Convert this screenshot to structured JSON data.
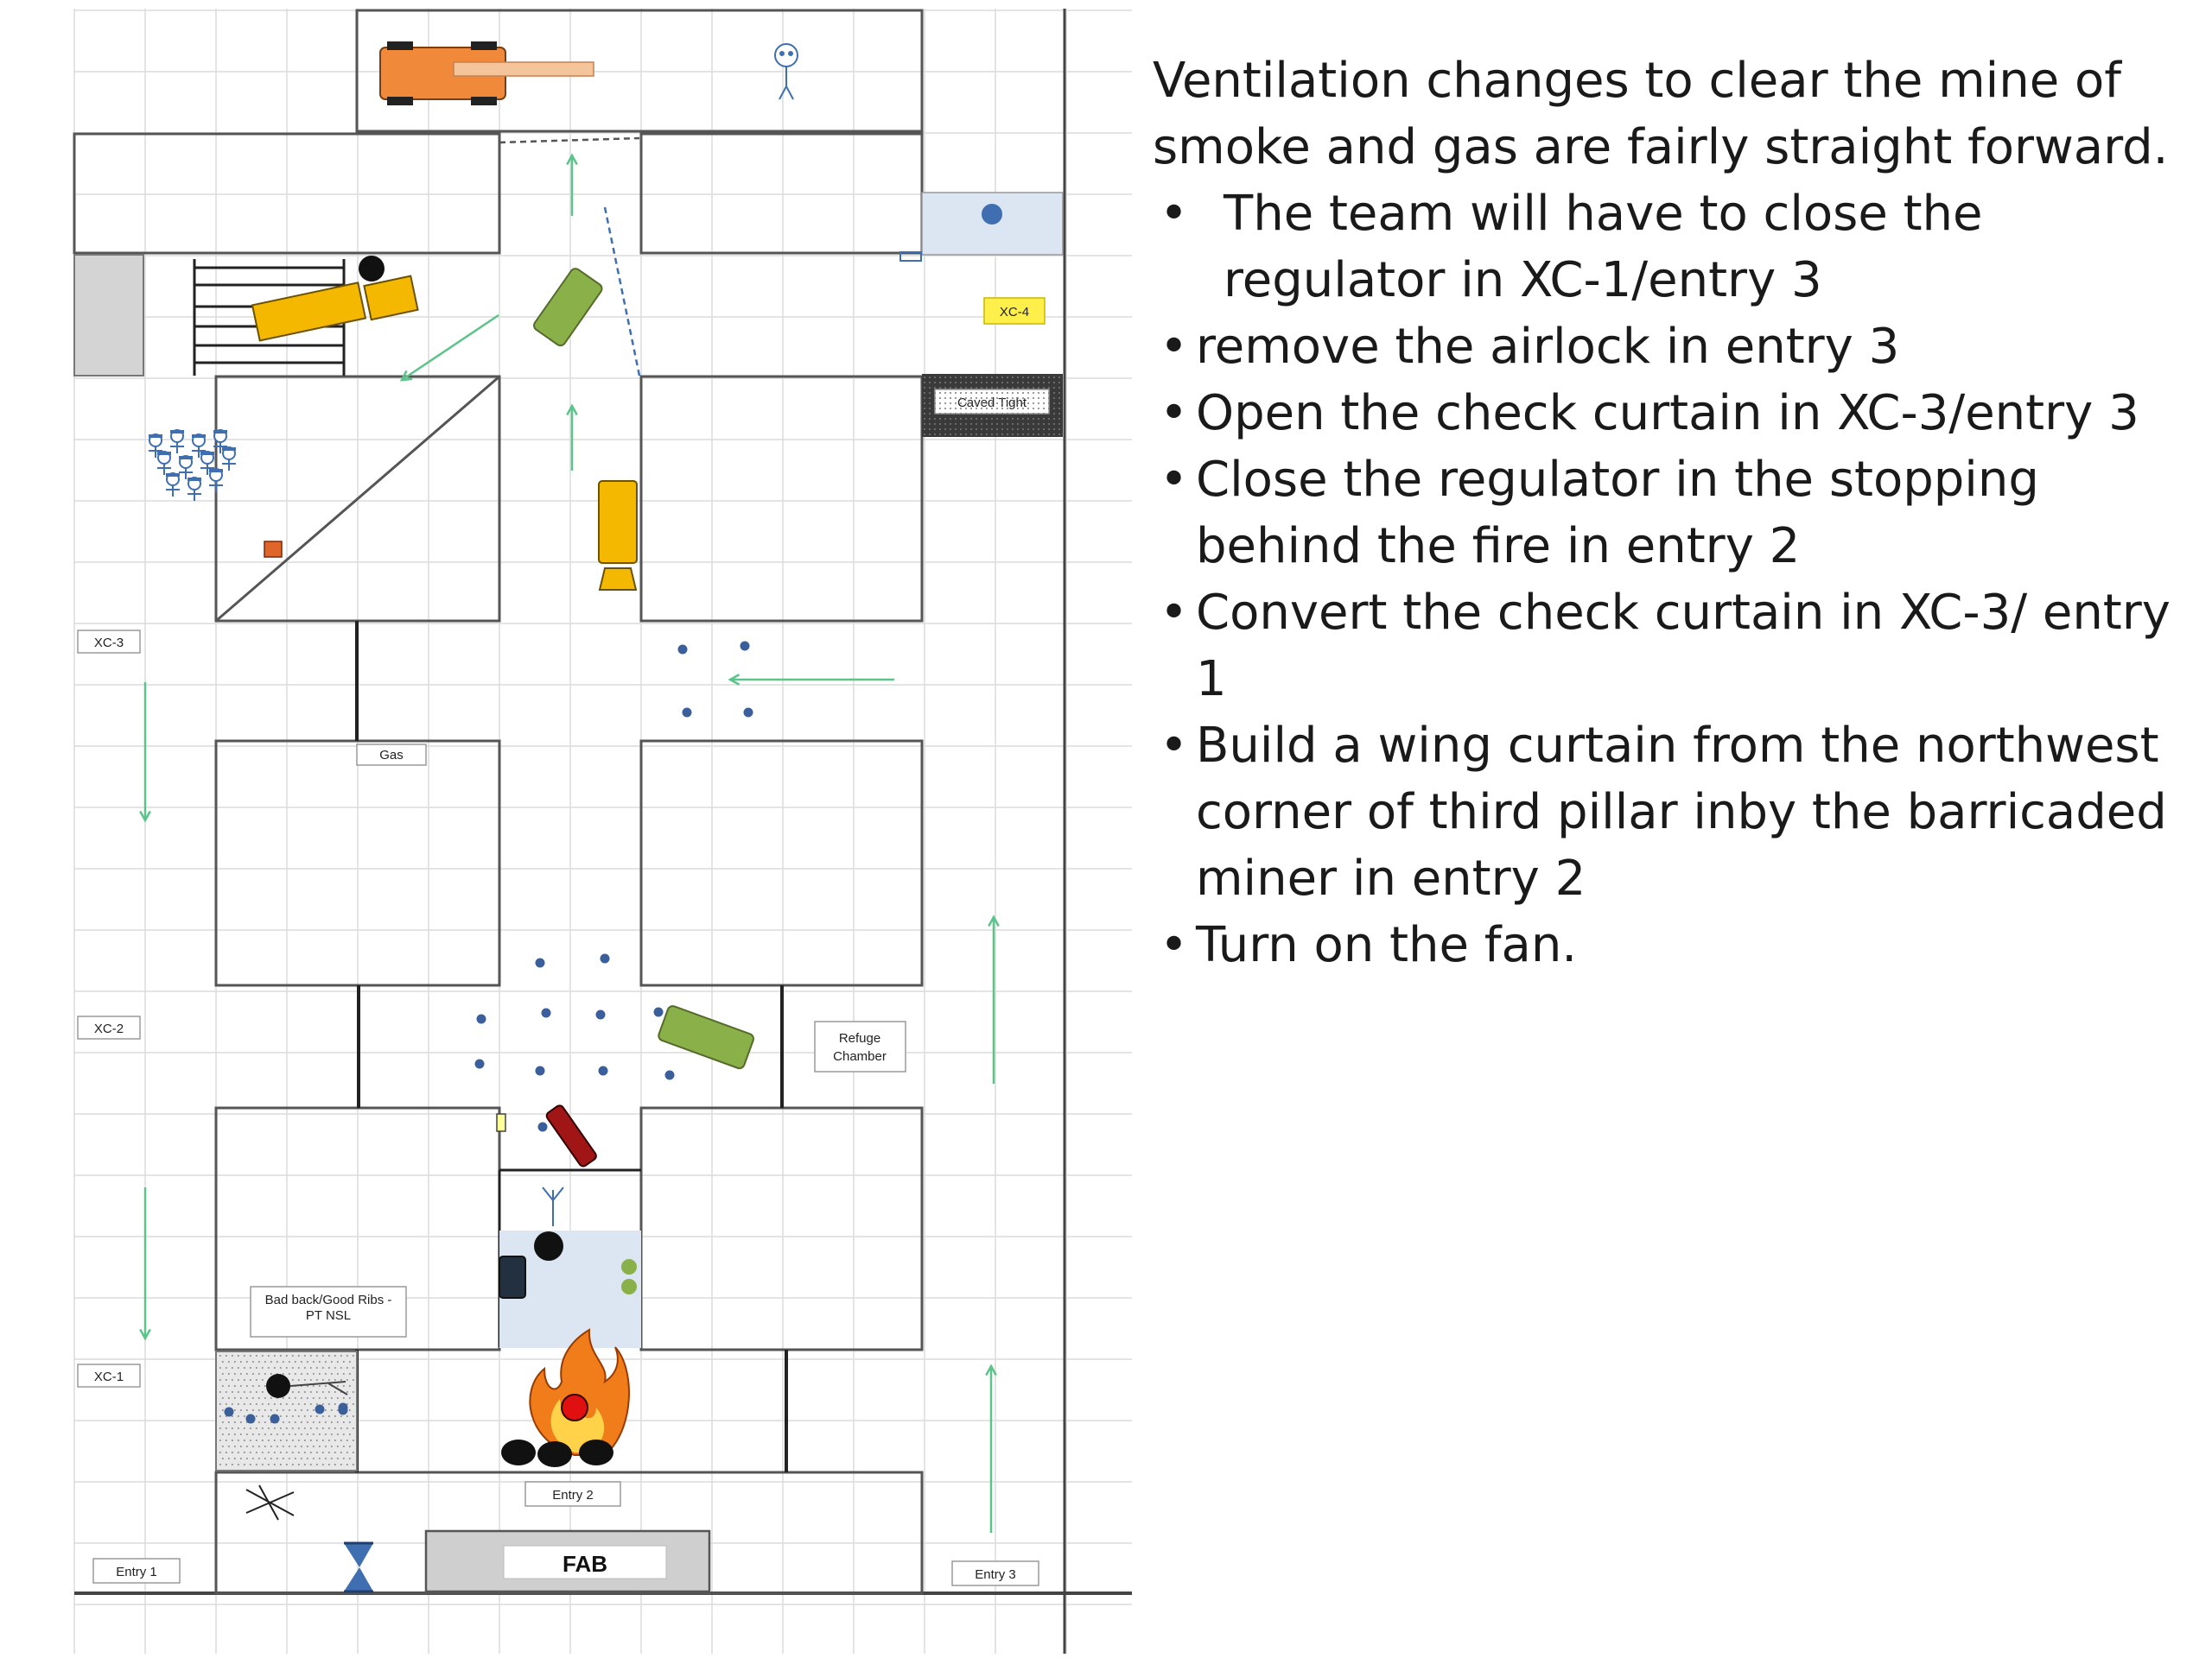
{
  "description_panel": {
    "intro": "Ventilation changes to clear the mine of smoke and gas are fairly straight forward.",
    "bullets": [
      "The team will have to close the regulator in XC-1/entry 3",
      "remove the airlock in entry 3",
      "Open the check curtain in XC-3/entry 3",
      "Close the regulator in the stopping behind the fire in entry 2",
      "Convert the check curtain in XC-3/ entry 1",
      "Build a wing curtain from the northwest corner of third pillar inby the barricaded miner in entry 2",
      "Turn on the fan."
    ]
  },
  "map_labels": {
    "xc4": "XC-4",
    "caved_tight": "Caved Tight",
    "xc3": "XC-3",
    "gas": "Gas",
    "xc2": "XC-2",
    "refuge_1": "Refuge",
    "refuge_2": "Chamber",
    "bad_back_1": "Bad back/Good Ribs -",
    "bad_back_2": "PT NSL",
    "xc1": "XC-1",
    "entry2": "Entry 2",
    "entry1": "Entry 1",
    "fab": "FAB",
    "entry3": "Entry 3"
  },
  "colors": {
    "airflow_arrow": "#5cc48a",
    "pillar_stroke": "#555555",
    "grid": "#dcdcdc",
    "equipment_yellow": "#f5b800",
    "equipment_green": "#8ab04a",
    "orange_vehicle": "#f08a3a",
    "smoke_zone": "#dbe6f2",
    "gas_dots": "#3a5f9a",
    "fire": "#f07d1a"
  }
}
